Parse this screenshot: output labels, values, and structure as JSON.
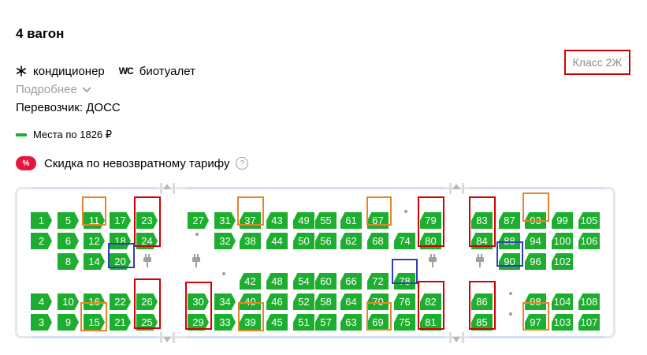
{
  "header": {
    "title": "4 вагон",
    "class_label": "Класс 2Ж"
  },
  "amenities": {
    "ac_label": "кондиционер",
    "wc_icon_text": "WC",
    "toilet_label": "биотуалет"
  },
  "more_link": "Подробнее",
  "carrier": "Перевозчик: ДОСС",
  "legend": {
    "label": "Места по 1826 ₽"
  },
  "discount": {
    "badge": "%",
    "label": "Скидка по невозвратному тарифу",
    "help": "?"
  },
  "colors": {
    "seat": "#1dae2f",
    "highlight_red": "#d40000",
    "highlight_orange": "#e8852a",
    "highlight_blue": "#2e3fb8",
    "discount_badge": "#e5173f"
  },
  "seats": [
    "1",
    "2",
    "5",
    "6",
    "8",
    "11",
    "12",
    "14",
    "17",
    "18",
    "20",
    "23",
    "24",
    "27",
    "31",
    "32",
    "37",
    "38",
    "43",
    "44",
    "49",
    "50",
    "55",
    "56",
    "61",
    "62",
    "67",
    "68",
    "74",
    "79",
    "80",
    "83",
    "84",
    "87",
    "88",
    "90",
    "93",
    "94",
    "96",
    "99",
    "100",
    "102",
    "105",
    "106",
    "4",
    "3",
    "10",
    "9",
    "16",
    "15",
    "22",
    "21",
    "26",
    "25",
    "30",
    "29",
    "34",
    "33",
    "40",
    "39",
    "46",
    "45",
    "52",
    "51",
    "58",
    "57",
    "64",
    "63",
    "70",
    "69",
    "76",
    "75",
    "82",
    "81",
    "86",
    "85",
    "98",
    "97",
    "104",
    "103",
    "108",
    "107",
    "42",
    "48",
    "54",
    "60",
    "66",
    "72",
    "78"
  ]
}
